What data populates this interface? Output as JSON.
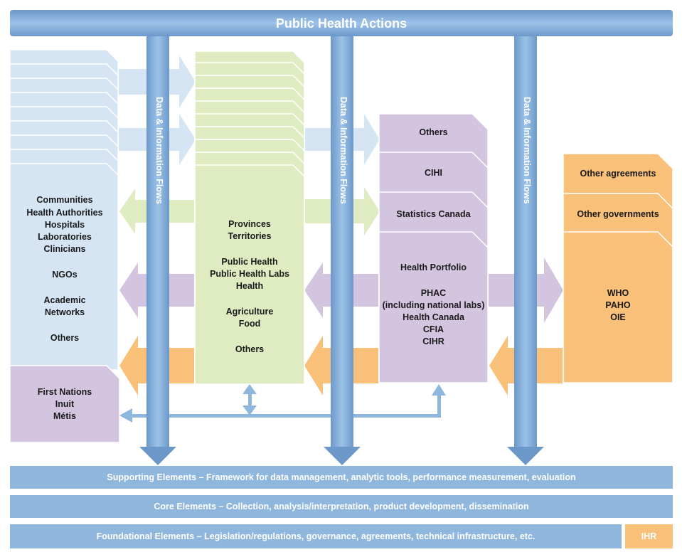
{
  "header": {
    "title": "Public Health Actions"
  },
  "flows": {
    "label": "Data & Information Flows"
  },
  "column_local": {
    "main_lines": [
      "Communities",
      "",
      "Health Authorities",
      "Hospitals",
      "Laboratories",
      "Clinicians",
      "",
      "NGOs",
      "",
      "Academic",
      "Networks",
      "",
      "Others"
    ],
    "indigenous_lines": [
      "First Nations",
      "Inuit",
      "Métis"
    ]
  },
  "column_provincial": {
    "lines": [
      "Provinces",
      "Territories",
      "",
      "Public Health",
      "Public Health Labs",
      "Health",
      "",
      "Agriculture",
      "Food",
      "",
      "Others"
    ]
  },
  "column_federal": {
    "tabs": [
      "Others",
      "CIHI",
      "Statistics Canada"
    ],
    "main_lines": [
      "Health Portfolio",
      "",
      "PHAC",
      "(including national labs)",
      "Health Canada",
      "CFIA",
      "CIHR"
    ]
  },
  "column_international": {
    "tabs": [
      "Other agreements",
      "Other governments"
    ],
    "main_lines": [
      "WHO",
      "PAHO",
      "OIE"
    ]
  },
  "footer": {
    "supporting": "Supporting Elements – Framework for data management, analytic tools, performance measurement, evaluation",
    "core": "Core Elements – Collection, analysis/interpretation, product development, dissemination",
    "foundational": "Foundational Elements – Legislation/regulations, governance, agreements, technical infrastructure, etc.",
    "ihr": "IHR"
  },
  "colors": {
    "blue": "#8fb6dd",
    "light_blue": "#d5e5f4",
    "green": "#dfebc0",
    "purple": "#d3c5df",
    "orange": "#f8c078"
  }
}
